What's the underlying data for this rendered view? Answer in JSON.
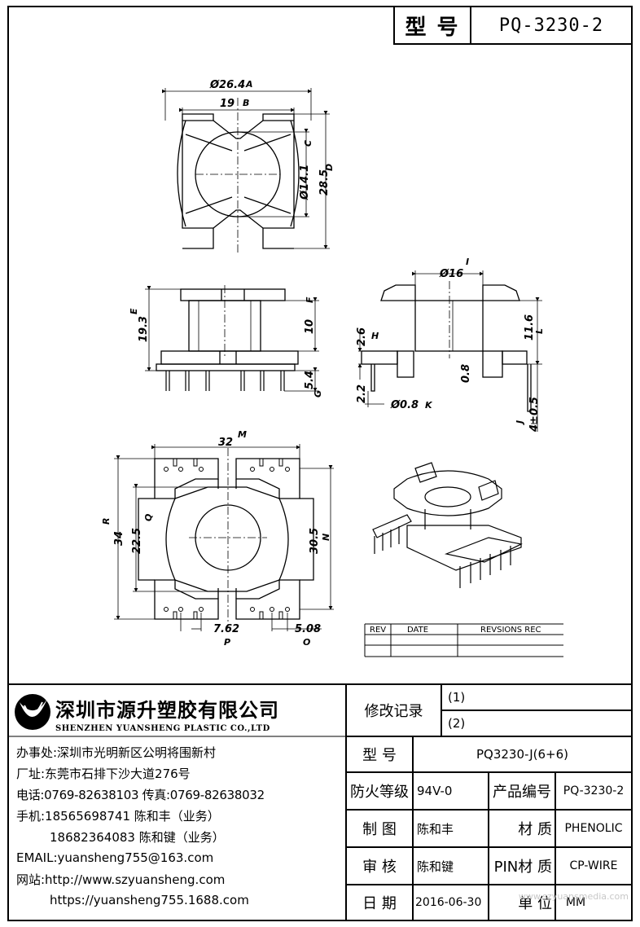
{
  "title_block": {
    "model_label": "型 号",
    "part_number": "PQ-3230-2"
  },
  "dimensions": {
    "top_view": {
      "d_outer": "Ø26.4",
      "a": "A",
      "w19": "19",
      "b": "B",
      "d_inner": "Ø14.1",
      "c": "C",
      "h28": "28.5",
      "d": "D"
    },
    "front_view": {
      "h19": "19.3",
      "e": "E",
      "h10": "10",
      "f": "F",
      "h54": "5.4",
      "g": "G"
    },
    "side_view": {
      "d16": "Ø16",
      "i": "I",
      "h26": "2.6",
      "hh": "H",
      "h116": "11.6",
      "ll": "L",
      "w08": "0.8",
      "d08": "Ø0.8",
      "k": "K",
      "h22": "2.2",
      "pin": "4±0.5",
      "j": "J"
    },
    "bottom_view": {
      "w32": "32",
      "m": "M",
      "h34": "34",
      "r": "R",
      "h225": "22.5",
      "q": "Q",
      "h305": "30.5",
      "n": "N",
      "p762": "7.62",
      "p": "P",
      "p508": "5.08",
      "o": "O"
    }
  },
  "revision_table": {
    "rev": "REV",
    "date": "DATE",
    "rec": "REVSIONS REC"
  },
  "company": {
    "name_cn": "深圳市源升塑胶有限公司",
    "name_en": "SHENZHEN YUANSHENG PLASTIC CO.,LTD",
    "office": "办事处:深圳市光明新区公明将围新村",
    "factory": "厂址:东莞市石排下沙大道276号",
    "phone": "电话:0769-82638103 传真:0769-82638032",
    "mobile1": "手机:18565698741 陈和丰（业务）",
    "mobile2": "18682364083 陈和键（业务）",
    "email": "EMAIL:yuansheng755@163.com",
    "web1": "网站:http://www.szyuansheng.com",
    "web2": "https://yuansheng755.1688.com"
  },
  "info_table": {
    "mod_record_label": "修改记录",
    "mod1": "(1)",
    "mod2": "(2)",
    "model_label": "型 号",
    "model_value": "PQ3230-J(6+6)",
    "fire_label": "防火等级",
    "fire_value": "94V-0",
    "prod_no_label": "产品编号",
    "prod_no_value": "PQ-3230-2",
    "draw_label": "制 图",
    "draw_value": "陈和丰",
    "material_label": "材 质",
    "material_value": "PHENOLIC",
    "review_label": "审 核",
    "review_value": "陈和键",
    "pin_label": "PIN材 质",
    "pin_value": "CP-WIRE",
    "date_label": "日 期",
    "date_value": "2016-06-30",
    "unit_label": "单 位",
    "unit_value": "MM"
  },
  "watermark": "www.szyuansmedia.com"
}
